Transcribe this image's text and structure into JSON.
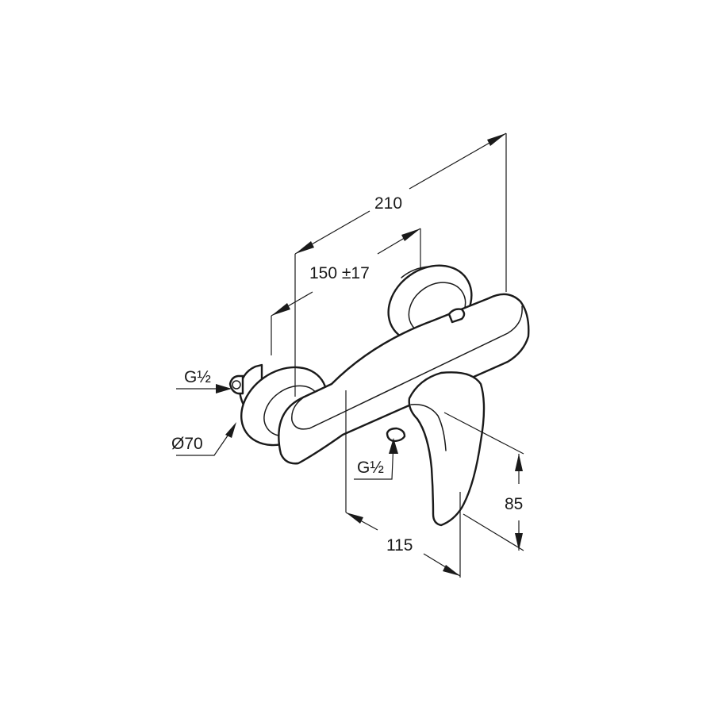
{
  "dimensions": {
    "overall_width": "210",
    "connection_spacing": "150 ±17",
    "projection": "115",
    "handle_height": "85"
  },
  "callouts": {
    "thread_left": "G½",
    "thread_bottom": "G½",
    "escutcheon_diameter": "Ø70"
  }
}
